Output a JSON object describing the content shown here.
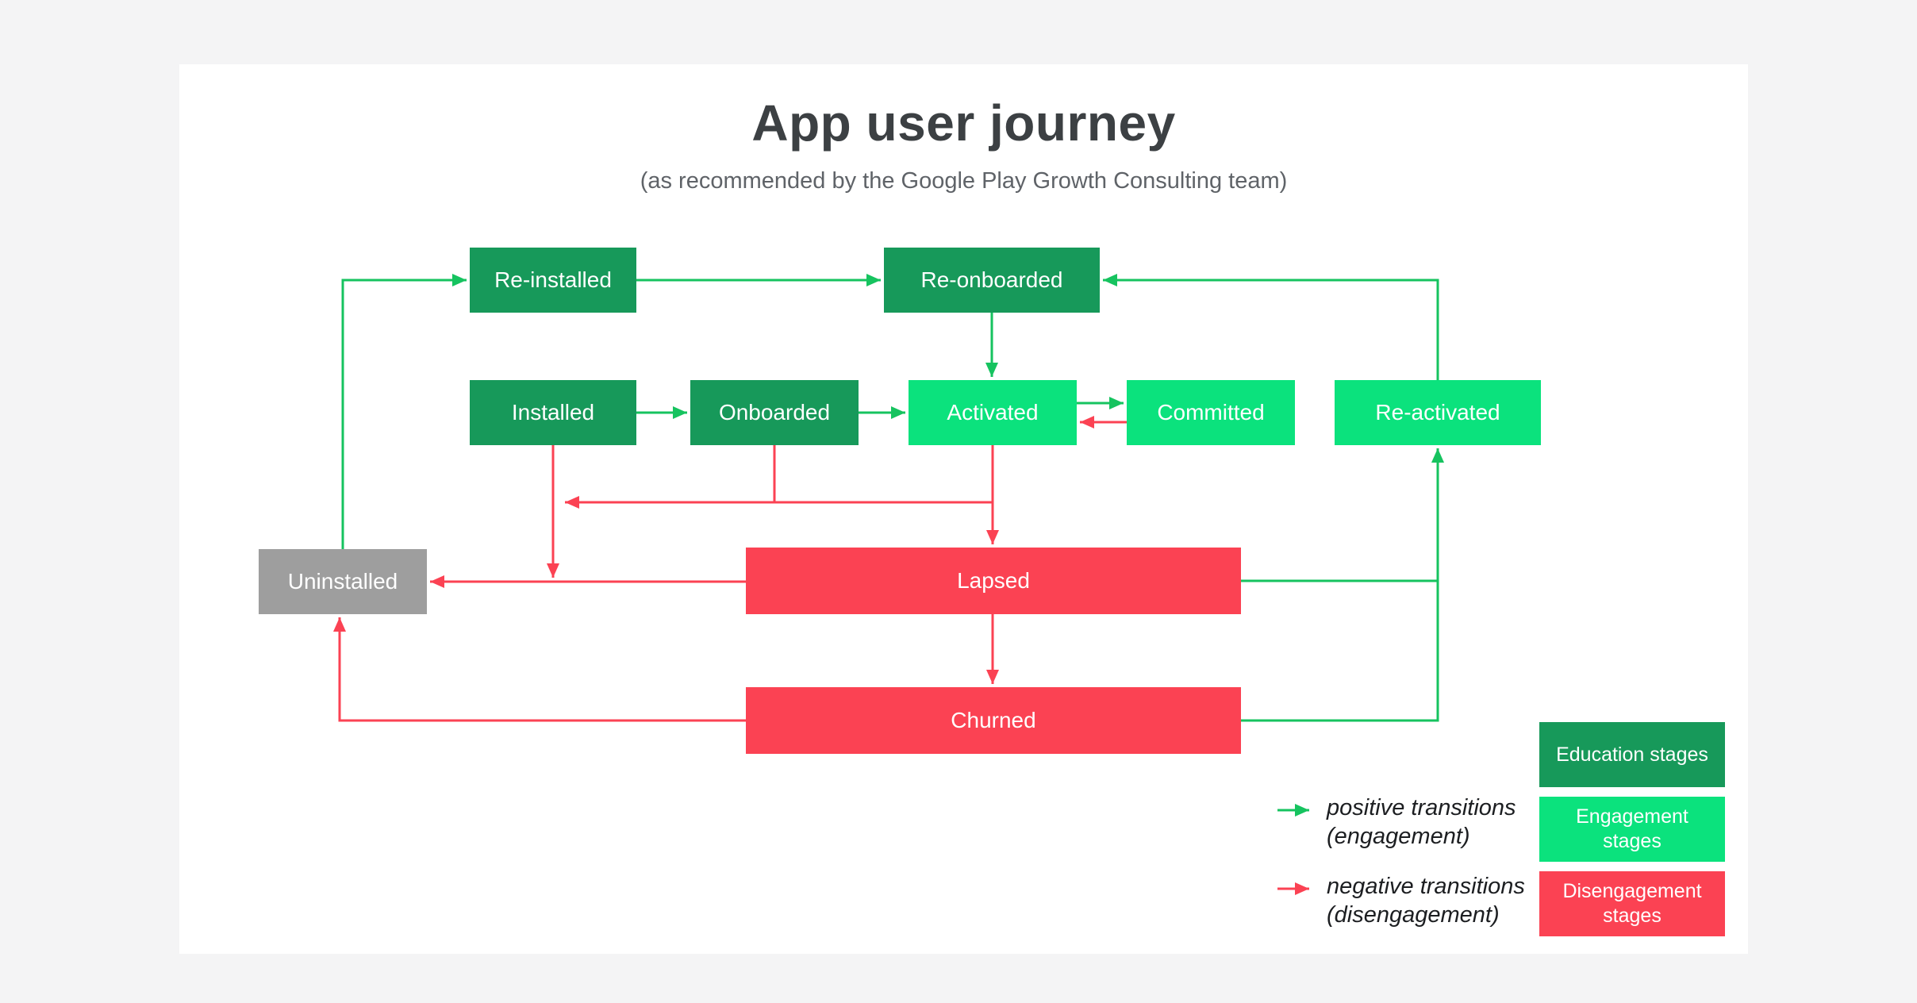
{
  "title": "App user journey",
  "subtitle": "(as recommended by the Google Play Growth Consulting team)",
  "colors": {
    "education": "#17995a",
    "engagement": "#0be27d",
    "disengagement": "#fb4253",
    "uninstalled": "#9e9e9e",
    "positive_line": "#16c35f",
    "negative_line": "#fb4253",
    "title_text": "#3c4043",
    "subtitle_text": "#5f6368",
    "card_background": "#ffffff",
    "page_background": "#f4f4f5"
  },
  "nodes": {
    "reinstalled": {
      "label": "Re-installed",
      "stage": "education"
    },
    "reonboarded": {
      "label": "Re-onboarded",
      "stage": "education"
    },
    "installed": {
      "label": "Installed",
      "stage": "education"
    },
    "onboarded": {
      "label": "Onboarded",
      "stage": "education"
    },
    "activated": {
      "label": "Activated",
      "stage": "engagement"
    },
    "committed": {
      "label": "Committed",
      "stage": "engagement"
    },
    "reactivated": {
      "label": "Re-activated",
      "stage": "engagement"
    },
    "uninstalled": {
      "label": "Uninstalled",
      "stage": "uninstalled"
    },
    "lapsed": {
      "label": "Lapsed",
      "stage": "disengagement"
    },
    "churned": {
      "label": "Churned",
      "stage": "disengagement"
    }
  },
  "edges": [
    {
      "from": "reinstalled",
      "to": "reonboarded",
      "type": "positive"
    },
    {
      "from": "reonboarded",
      "to": "activated",
      "type": "positive"
    },
    {
      "from": "installed",
      "to": "onboarded",
      "type": "positive"
    },
    {
      "from": "onboarded",
      "to": "activated",
      "type": "positive"
    },
    {
      "from": "activated",
      "to": "committed",
      "type": "positive"
    },
    {
      "from": "uninstalled",
      "to": "reinstalled",
      "type": "positive"
    },
    {
      "from": "reactivated",
      "to": "reonboarded",
      "type": "positive"
    },
    {
      "from": "lapsed",
      "to": "reactivated",
      "type": "positive"
    },
    {
      "from": "churned",
      "to": "reactivated",
      "type": "positive"
    },
    {
      "from": "committed",
      "to": "activated",
      "type": "negative"
    },
    {
      "from": "activated",
      "to": "lapsed",
      "type": "negative"
    },
    {
      "from": "onboarded",
      "to": "uninstalled",
      "type": "negative"
    },
    {
      "from": "activated",
      "to": "uninstalled",
      "type": "negative"
    },
    {
      "from": "installed",
      "to": "uninstalled",
      "type": "negative"
    },
    {
      "from": "lapsed",
      "to": "uninstalled",
      "type": "negative"
    },
    {
      "from": "lapsed",
      "to": "churned",
      "type": "negative"
    },
    {
      "from": "churned",
      "to": "uninstalled",
      "type": "negative"
    }
  ],
  "legend": {
    "positive": {
      "line1": "positive transitions",
      "line2": "(engagement)"
    },
    "negative": {
      "line1": "negative transitions",
      "line2": "(disengagement)"
    },
    "stages": [
      {
        "label": "Education stages",
        "stage": "education"
      },
      {
        "label": "Engagement stages",
        "stage": "engagement"
      },
      {
        "label": "Disengagement stages",
        "stage": "disengagement"
      }
    ]
  }
}
